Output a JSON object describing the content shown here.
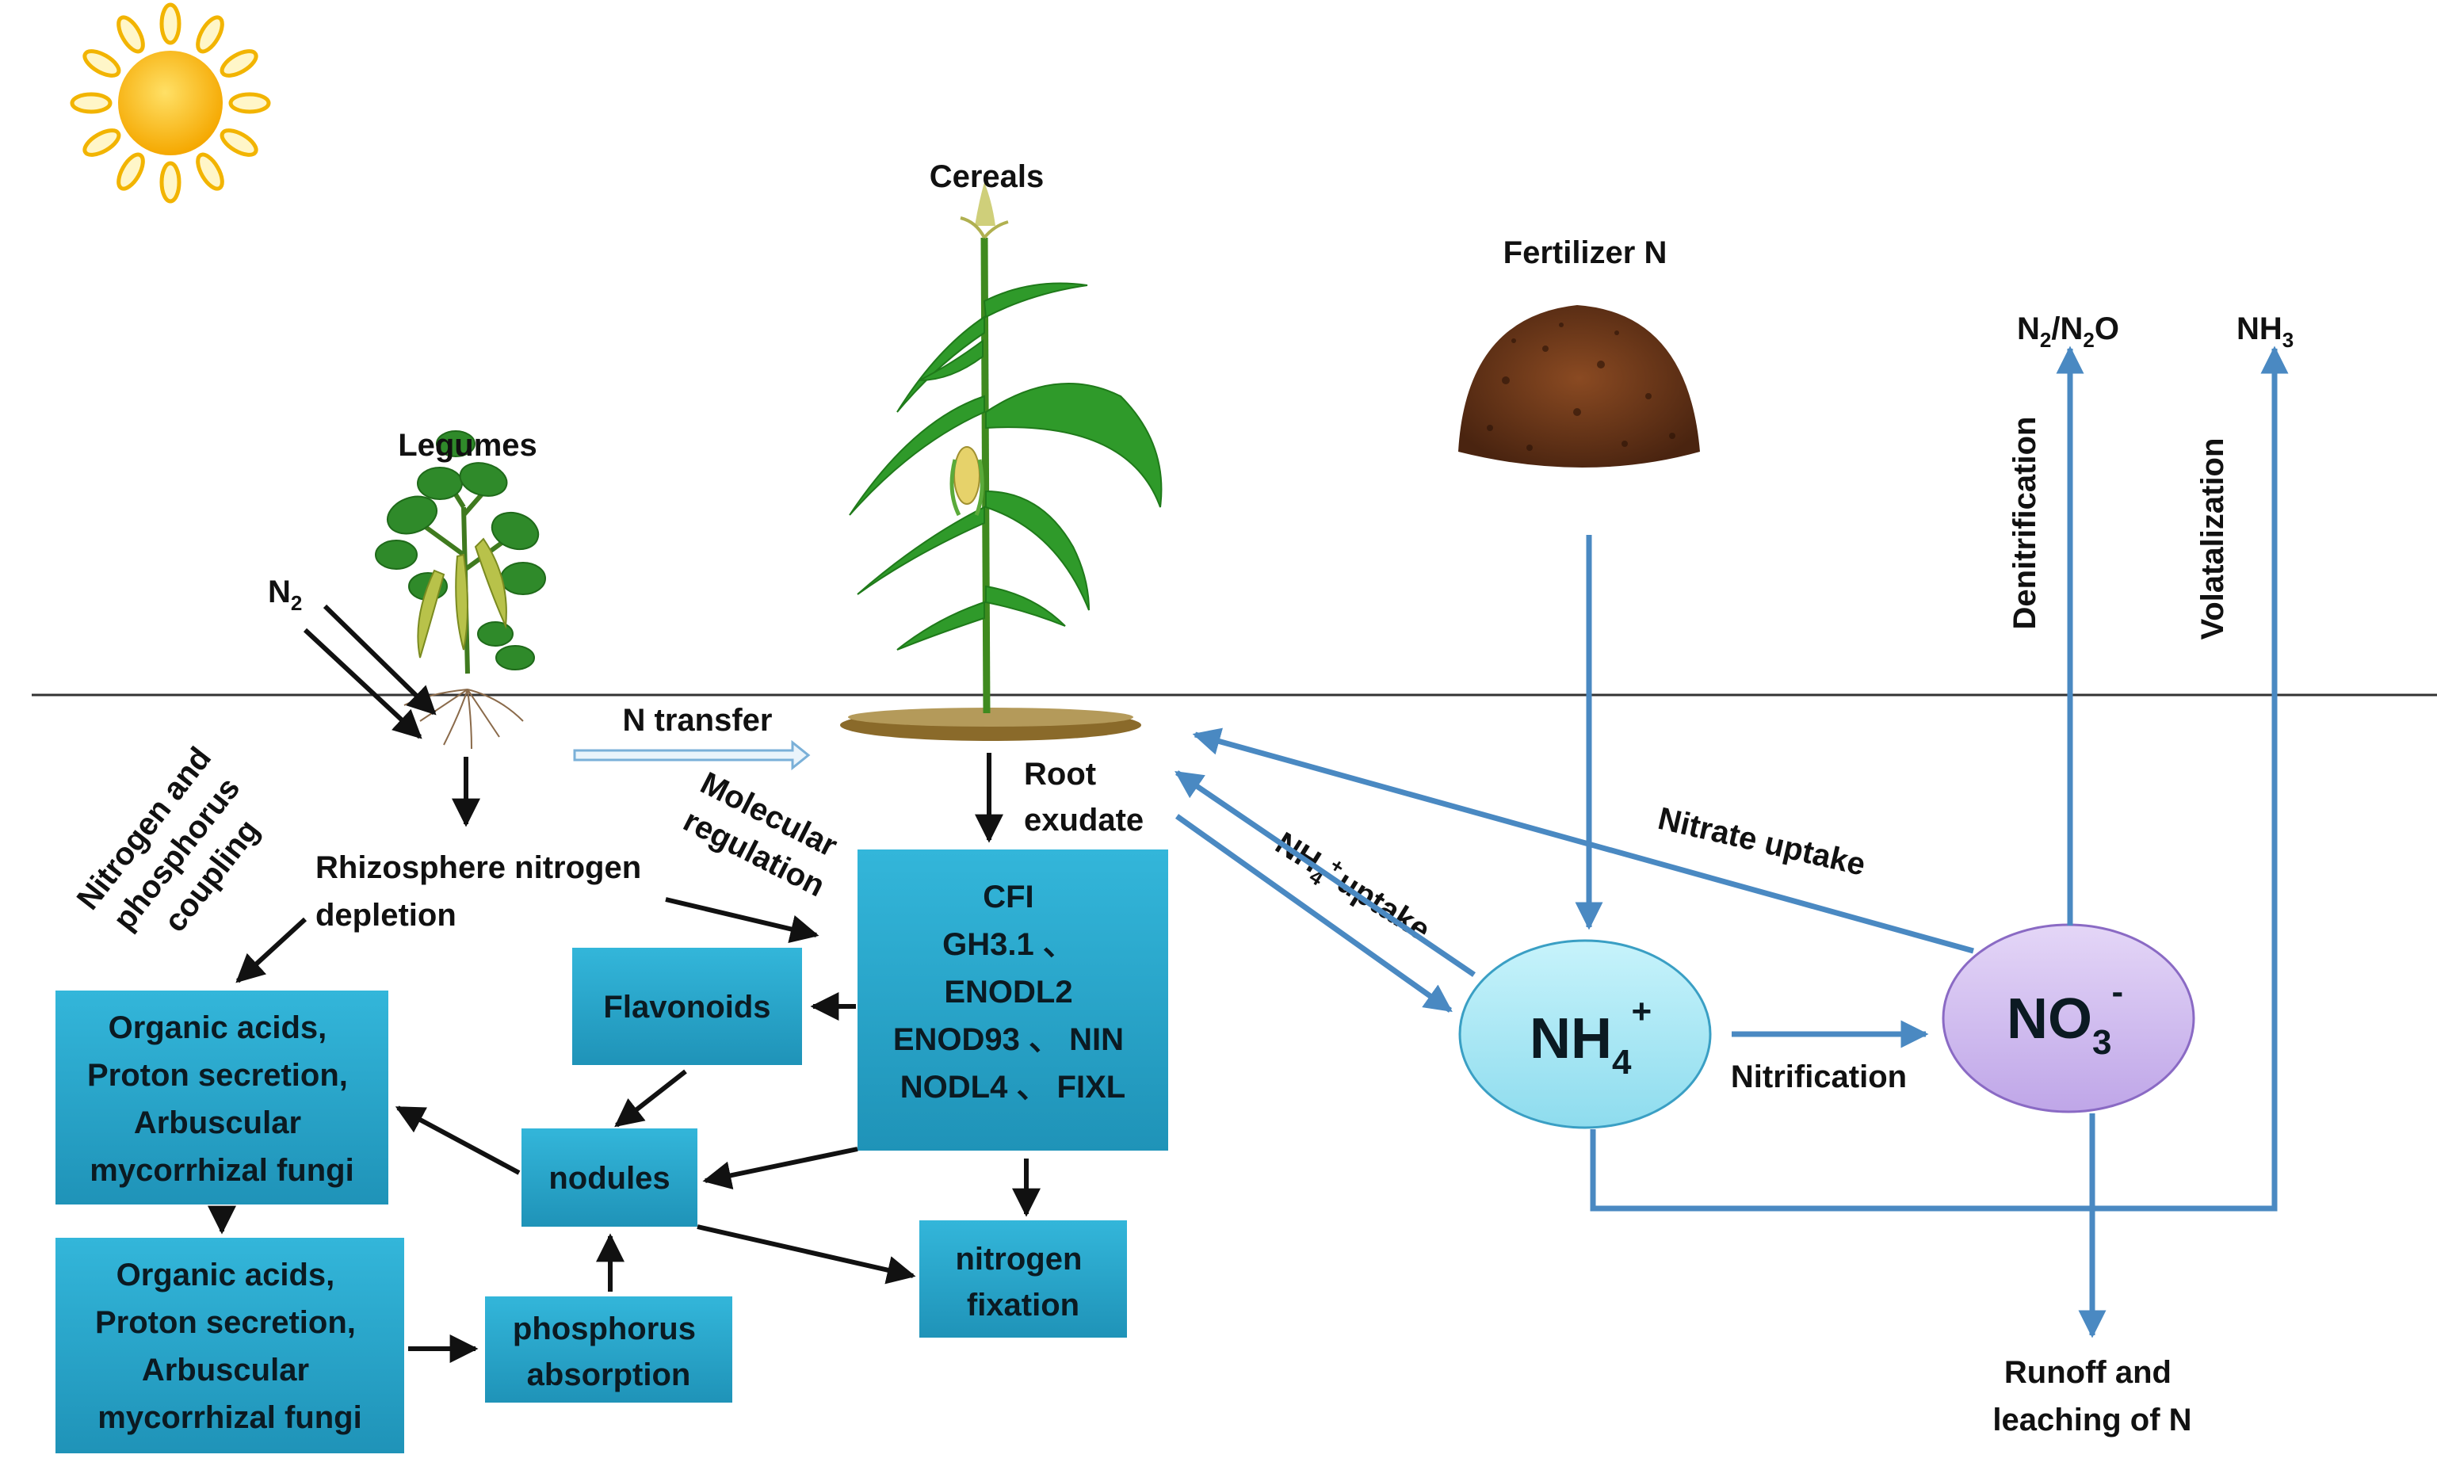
{
  "title": "",
  "labels": {
    "cereals": "Cereals",
    "legumes": "Legumes",
    "fertilizer": "Fertilizer N",
    "n2_n2o": {
      "a": "N",
      "sub1": "2",
      "b": "/N",
      "sub2": "2",
      "c": "O"
    },
    "nh3": {
      "a": "NH",
      "sub": "3"
    },
    "n2": {
      "a": "N",
      "sub": "2"
    },
    "denitrification": "Denitrification",
    "volatalization": "Volatalization",
    "n_transfer": "N transfer",
    "root_exudate": [
      "Root",
      "exudate"
    ],
    "nh4_uptake": {
      "a": "NH",
      "sub": "4",
      "sup": "+",
      "b": "uptake"
    },
    "nitrate_uptake": "Nitrate uptake",
    "molecular_regulation": [
      "Molecular",
      "regulation"
    ],
    "np_coupling": [
      "Nitrogen and",
      "phosphorus",
      "coupling"
    ],
    "rhizosphere": [
      "Rhizosphere nitrogen",
      "depletion"
    ],
    "nitrification": "Nitrification",
    "runoff": [
      "Runoff and",
      "leaching of N"
    ]
  },
  "boxes": {
    "genes": [
      "CFI",
      "GH3.1 、",
      "ENODL2",
      "ENOD93 、 NIN",
      "NODL4 、 FIXL"
    ],
    "flavonoids": [
      "Flavonoids"
    ],
    "nodules": [
      "nodules"
    ],
    "organic1": [
      "Organic acids,",
      "Proton secretion,",
      "Arbuscular",
      "mycorrhizal fungi"
    ],
    "organic2": [
      "Organic acids,",
      "Proton secretion,",
      "Arbuscular",
      "mycorrhizal fungi"
    ],
    "phosphorus": [
      "phosphorus",
      "absorption"
    ],
    "nfix": [
      "nitrogen",
      "fixation"
    ]
  },
  "nodes": {
    "nh4": {
      "a": "NH",
      "sub": "4",
      "sup": "+"
    },
    "no3": {
      "a": "NO",
      "sub": "3",
      "sup": "-"
    }
  },
  "colors": {
    "box": "#29a9cf",
    "arrow_blue": "#4a89c2",
    "nh4_fill": "#aeeaf6",
    "no3_fill": "#d4bff0",
    "ground_line": "#333333",
    "sun": "#f7b500"
  }
}
